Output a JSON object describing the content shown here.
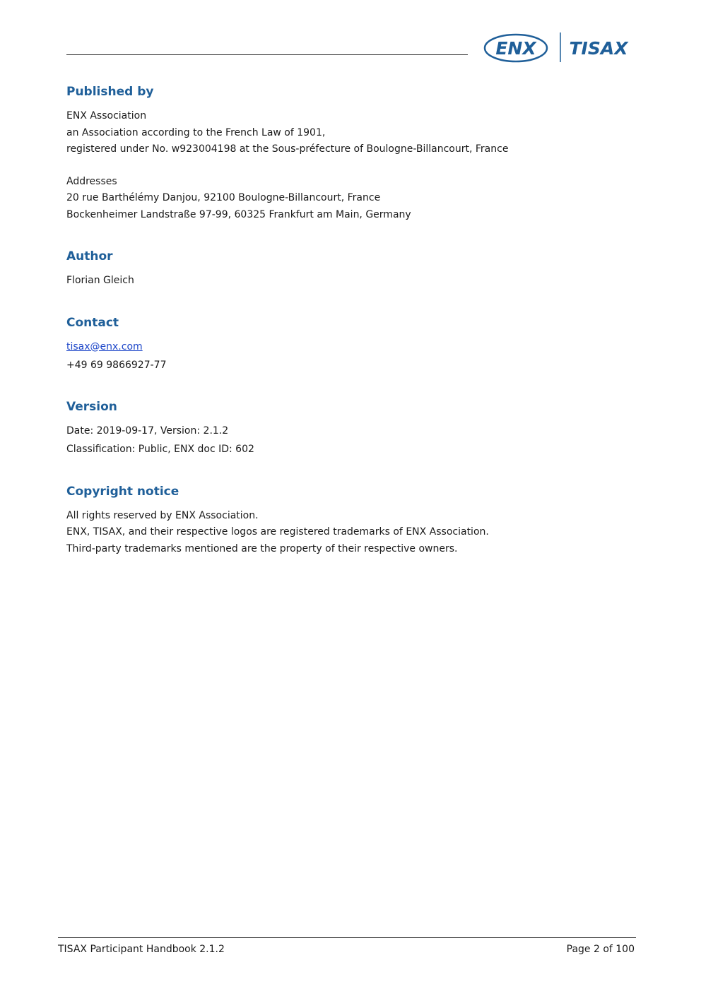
{
  "header": {
    "logo": {
      "left_text": "ENX",
      "right_text": "TISAX",
      "icon": "enx-tisax-logo"
    }
  },
  "sections": {
    "published": {
      "title": "Published by",
      "lines": [
        "ENX Association",
        "an Association according to the French Law of 1901,",
        "registered under No. w923004198 at the Sous-préfecture of Boulogne-Billancourt, France"
      ],
      "addresses_label": "Addresses",
      "addresses": [
        "20 rue Barthélémy Danjou, 92100 Boulogne-Billancourt, France",
        "Bockenheimer Landstraße 97-99, 60325 Frankfurt am Main, Germany"
      ]
    },
    "author": {
      "title": "Author",
      "name": "Florian Gleich"
    },
    "contact": {
      "title": "Contact",
      "email": "tisax@enx.com",
      "phone": "+49 69 9866927-77"
    },
    "version": {
      "title": "Version",
      "date_line": "Date: 2019-09-17, Version: 2.1.2",
      "classification_line": "Classification: Public, ENX doc ID: 602"
    },
    "copyright": {
      "title": "Copyright notice",
      "lines": [
        "All rights reserved by ENX Association.",
        "ENX, TISAX, and their respective logos are registered trademarks of ENX Association.",
        "Third-party trademarks mentioned are the property of their respective owners."
      ]
    }
  },
  "footer": {
    "doc_title": "TISAX Participant Handbook 2.1.2",
    "page_label": "Page 2 of 100"
  },
  "colors": {
    "heading": "#1f5f99",
    "link": "#1a44c8",
    "logo_blue": "#1f5f99"
  }
}
